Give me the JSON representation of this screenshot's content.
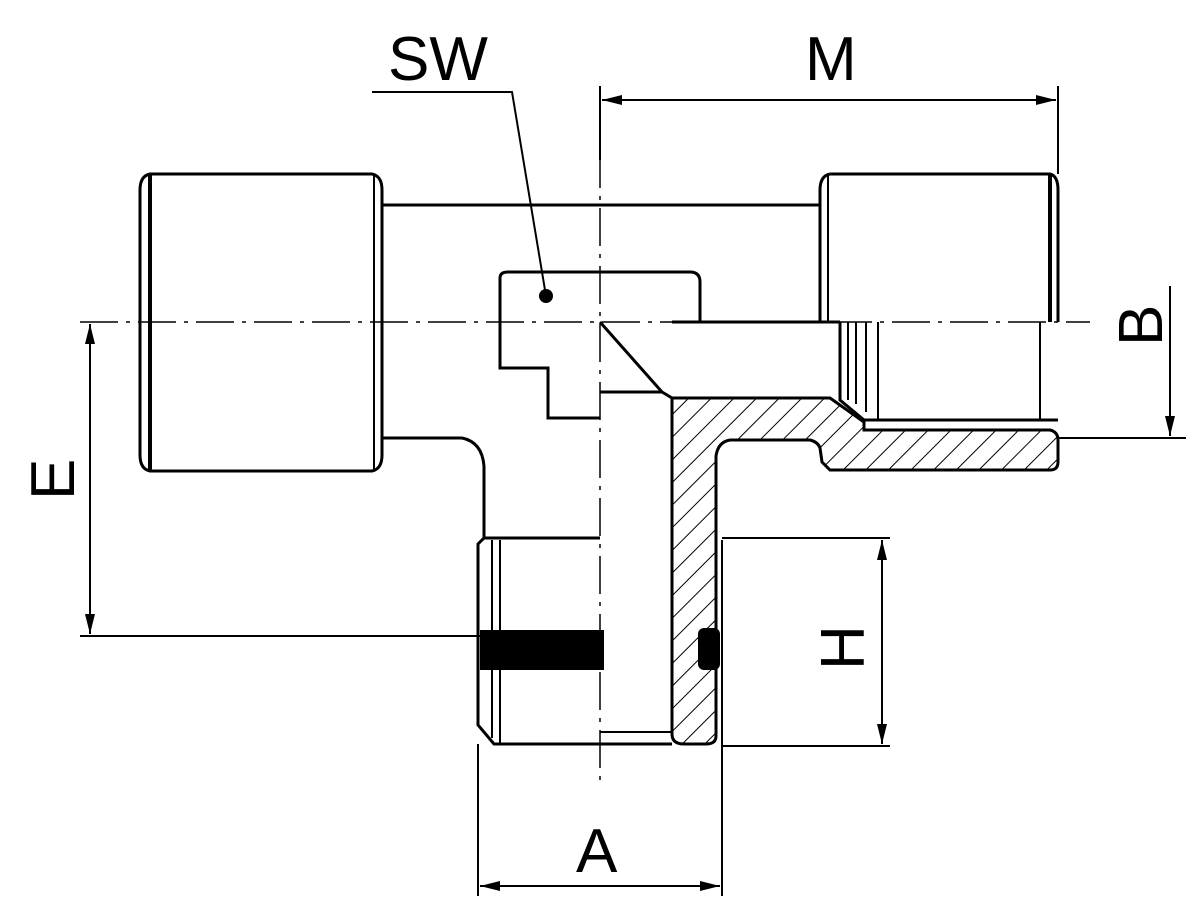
{
  "diagram": {
    "type": "technical-drawing",
    "subject": "tee fitting",
    "colors": {
      "line": "#000000",
      "background": "#ffffff"
    },
    "labels": {
      "sw": "SW",
      "m": "M",
      "b": "B",
      "e": "E",
      "h": "H",
      "a": "A"
    }
  }
}
